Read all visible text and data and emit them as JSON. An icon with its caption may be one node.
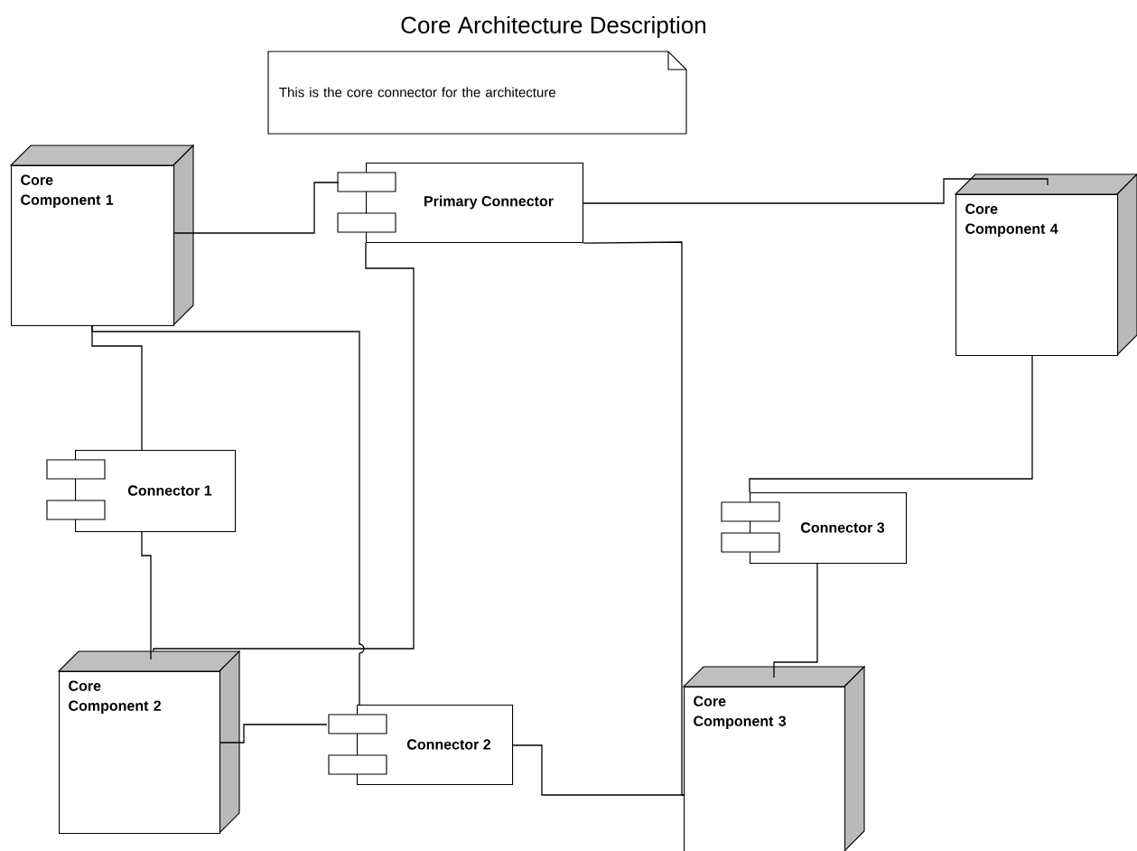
{
  "diagram": {
    "title": "Core Architecture Description",
    "nodes": [
      {
        "text": [
          "This is the core connector for the architecture"
        ]
      },
      {
        "text": [
          "Core Component 1"
        ]
      },
      {
        "text": [
          "Primary Connector"
        ]
      },
      {
        "text": [
          "Core Component 4"
        ]
      },
      {
        "text": [
          "Connector 1"
        ]
      },
      {
        "text": [
          "Connector 3"
        ]
      },
      {
        "text": [
          "Core Component 2"
        ]
      },
      {
        "text": [
          "Connector 2"
        ]
      },
      {
        "text": [
          "Core Component 3"
        ]
      }
    ],
    "edges": [
      {
        "from": 1,
        "to": 2,
        "arrow": "none"
      },
      {
        "from": 2,
        "to": 3,
        "arrow": "none"
      },
      {
        "from": 2,
        "to": 8,
        "arrow": "none"
      },
      {
        "from": 2,
        "to": 6,
        "arrow": "none"
      },
      {
        "from": 1,
        "to": 4,
        "arrow": "none"
      },
      {
        "from": 1,
        "to": 7,
        "arrow": "none"
      },
      {
        "from": 4,
        "to": 6,
        "arrow": "none"
      },
      {
        "from": 6,
        "to": 7,
        "arrow": "none"
      },
      {
        "from": 7,
        "to": 8,
        "arrow": "none"
      },
      {
        "from": 3,
        "to": 5,
        "arrow": "none"
      },
      {
        "from": 5,
        "to": 8,
        "arrow": "none"
      }
    ]
  }
}
